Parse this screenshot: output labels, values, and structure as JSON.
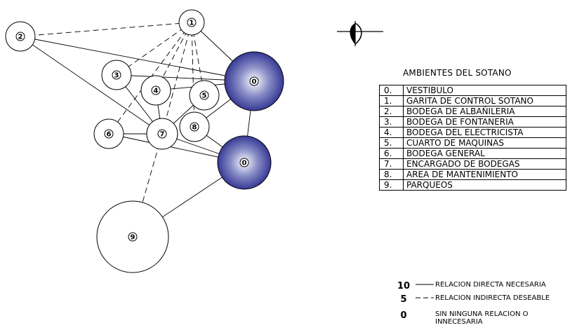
{
  "legend": {
    "title": "AMBIENTES DEL SOTANO",
    "rows": [
      {
        "num": "0.",
        "name": "VESTIBULO"
      },
      {
        "num": "1.",
        "name": "GARITA DE CONTROL SOTANO"
      },
      {
        "num": "2.",
        "name": "BODEGA DE ALBAÑILERIA"
      },
      {
        "num": "3.",
        "name": "BODEGA DE FONTANERIA"
      },
      {
        "num": "4.",
        "name": "BODEGA DEL ELECTRICISTA"
      },
      {
        "num": "5.",
        "name": "CUARTO DE MAQUINAS"
      },
      {
        "num": "6.",
        "name": "BODEGA GENERAL"
      },
      {
        "num": "7.",
        "name": "ENCARGADO DE BODEGAS"
      },
      {
        "num": "8.",
        "name": "AREA DE MANTENIMIENTO"
      },
      {
        "num": "9.",
        "name": "PARQUEOS"
      }
    ]
  },
  "key": [
    {
      "value": "10",
      "style": "solid",
      "text": "RELACION DIRECTA NECESARIA"
    },
    {
      "value": "5",
      "style": "dashed",
      "text": "RELACION INDIRECTA DESEABLE"
    },
    {
      "value": "0",
      "style": "none",
      "text": "SIN NINGUNA RELACION O INNECESARIA"
    }
  ],
  "diagram": {
    "nodes": [
      {
        "id": "n1",
        "label": "1",
        "fill": "white"
      },
      {
        "id": "n2",
        "label": "2",
        "fill": "white"
      },
      {
        "id": "n3",
        "label": "3",
        "fill": "white"
      },
      {
        "id": "n4",
        "label": "4",
        "fill": "white"
      },
      {
        "id": "n5",
        "label": "5",
        "fill": "white"
      },
      {
        "id": "n0a",
        "label": "0",
        "fill": "blue"
      },
      {
        "id": "n6",
        "label": "6",
        "fill": "white"
      },
      {
        "id": "n7",
        "label": "7",
        "fill": "white"
      },
      {
        "id": "n8",
        "label": "8",
        "fill": "white"
      },
      {
        "id": "n0b",
        "label": "0",
        "fill": "blue"
      },
      {
        "id": "n9",
        "label": "9",
        "fill": "white"
      }
    ],
    "edges": [
      {
        "from": "n2",
        "to": "n1",
        "style": "dashed"
      },
      {
        "from": "n2",
        "to": "n0a",
        "style": "solid"
      },
      {
        "from": "n2",
        "to": "n7",
        "style": "solid"
      },
      {
        "from": "n1",
        "to": "n3",
        "style": "dashed"
      },
      {
        "from": "n1",
        "to": "n4",
        "style": "dashed"
      },
      {
        "from": "n1",
        "to": "n5",
        "style": "dashed"
      },
      {
        "from": "n1",
        "to": "n6",
        "style": "dashed"
      },
      {
        "from": "n1",
        "to": "n7",
        "style": "dashed"
      },
      {
        "from": "n1",
        "to": "n8",
        "style": "dashed"
      },
      {
        "from": "n1",
        "to": "n0a",
        "style": "solid"
      },
      {
        "from": "n3",
        "to": "n0a",
        "style": "solid"
      },
      {
        "from": "n4",
        "to": "n0a",
        "style": "solid"
      },
      {
        "from": "n3",
        "to": "n7",
        "style": "solid"
      },
      {
        "from": "n4",
        "to": "n7",
        "style": "solid"
      },
      {
        "from": "n5",
        "to": "n7",
        "style": "solid"
      },
      {
        "from": "n6",
        "to": "n7",
        "style": "solid"
      },
      {
        "from": "n8",
        "to": "n0a",
        "style": "solid"
      },
      {
        "from": "n8",
        "to": "n0b",
        "style": "solid"
      },
      {
        "from": "n7",
        "to": "n0b",
        "style": "solid"
      },
      {
        "from": "n6",
        "to": "n0b",
        "style": "solid"
      },
      {
        "from": "n0a",
        "to": "n0b",
        "style": "solid"
      },
      {
        "from": "n9",
        "to": "n0b",
        "style": "solid"
      },
      {
        "from": "n9",
        "to": "n7",
        "style": "dashed"
      }
    ]
  },
  "north_symbol": "north-arrow-icon"
}
